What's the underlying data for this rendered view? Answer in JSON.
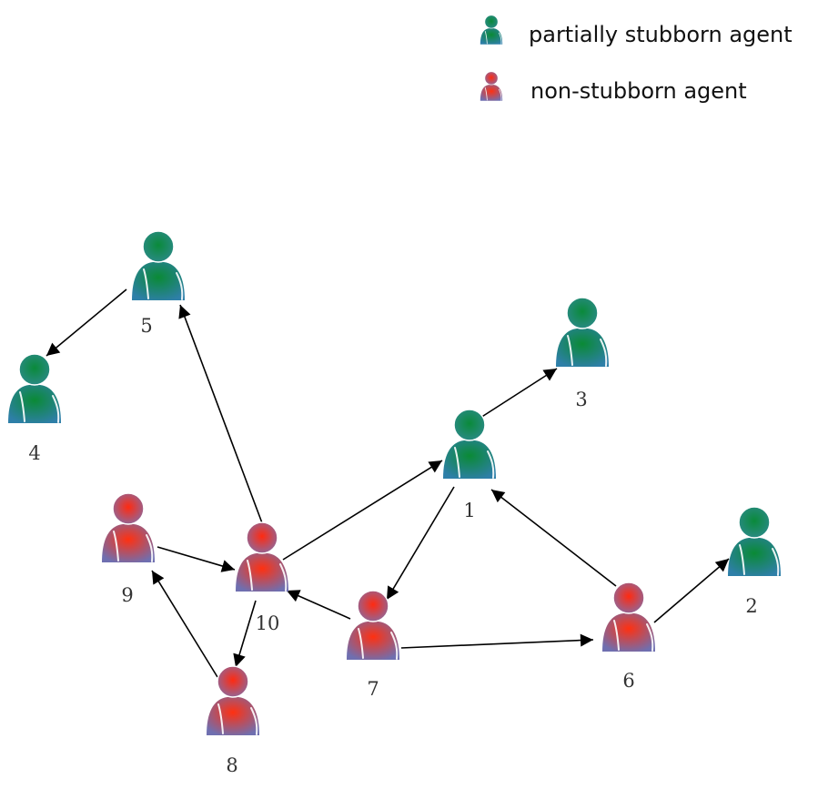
{
  "legend": {
    "items": [
      {
        "label": "partially stubborn agent",
        "type": "partially-stubborn"
      },
      {
        "label": "non-stubborn agent",
        "type": "non-stubborn"
      }
    ]
  },
  "colors": {
    "partially-stubborn": {
      "head_center": "#0a8a3a",
      "head_edge": "#2c8a8a",
      "body_center": "#0a8a35",
      "body_edge": "#2e7fa8"
    },
    "non-stubborn": {
      "head_center": "#ff2a10",
      "head_edge": "#8a6aa0",
      "body_center": "#ff3010",
      "body_edge": "#6f6fb0"
    },
    "edge": "#000000",
    "label": "#333333"
  },
  "nodes": [
    {
      "id": "1",
      "label": "1",
      "type": "partially-stubborn"
    },
    {
      "id": "2",
      "label": "2",
      "type": "partially-stubborn"
    },
    {
      "id": "3",
      "label": "3",
      "type": "partially-stubborn"
    },
    {
      "id": "4",
      "label": "4",
      "type": "partially-stubborn"
    },
    {
      "id": "5",
      "label": "5",
      "type": "partially-stubborn"
    },
    {
      "id": "6",
      "label": "6",
      "type": "non-stubborn"
    },
    {
      "id": "7",
      "label": "7",
      "type": "non-stubborn"
    },
    {
      "id": "8",
      "label": "8",
      "type": "non-stubborn"
    },
    {
      "id": "9",
      "label": "9",
      "type": "non-stubborn"
    },
    {
      "id": "10",
      "label": "10",
      "type": "non-stubborn"
    }
  ],
  "edges": [
    {
      "from": "5",
      "to": "4"
    },
    {
      "from": "10",
      "to": "5"
    },
    {
      "from": "1",
      "to": "3"
    },
    {
      "from": "10",
      "to": "1"
    },
    {
      "from": "1",
      "to": "7"
    },
    {
      "from": "6",
      "to": "1"
    },
    {
      "from": "6",
      "to": "2"
    },
    {
      "from": "9",
      "to": "10"
    },
    {
      "from": "7",
      "to": "10"
    },
    {
      "from": "10",
      "to": "8"
    },
    {
      "from": "8",
      "to": "9"
    },
    {
      "from": "7",
      "to": "6"
    }
  ]
}
